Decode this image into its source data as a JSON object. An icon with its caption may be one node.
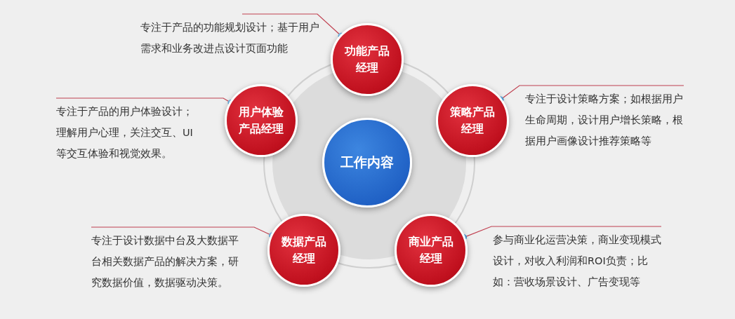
{
  "diagram": {
    "nodes": [
      {
        "text": [
          "工作内容"
        ]
      },
      {
        "text": [
          "功能产品经理"
        ]
      },
      {
        "text": [
          "策略产品经理"
        ]
      },
      {
        "text": [
          "商业产品经理"
        ]
      },
      {
        "text": [
          "数据产品经理"
        ]
      },
      {
        "text": [
          "用户体验产品经理"
        ]
      },
      {
        "text": [
          "专注于产品的功能规划设计；基于用户需求和业务改进点设计页面功能"
        ]
      },
      {
        "text": [
          "专注于设计策略方案；如根据用户生命周期，设计用户增长策略，根据用户画像设计推荐策略等"
        ]
      },
      {
        "text": [
          "参与商业化运营决策，商业变现模式设计，对收入利润和ROI负责；比如：营收场景设计、广告变现等"
        ]
      },
      {
        "text": [
          "专注于设计数据中台及大数据平台相关数据产品的解决方案，研究数据价值，数据驱动决策。"
        ]
      },
      {
        "text": [
          "专注于产品的用户体验设计；理解用户心理，关注交互、UI等交互体验和视觉效果。"
        ]
      }
    ],
    "edges": [
      {
        "from": 6,
        "to": 1,
        "arrow": "other"
      },
      {
        "from": 7,
        "to": 2,
        "arrow": "other"
      },
      {
        "from": 8,
        "to": 3,
        "arrow": "other"
      },
      {
        "from": 9,
        "to": 4,
        "arrow": "other"
      },
      {
        "from": 10,
        "to": 5,
        "arrow": "other"
      }
    ]
  }
}
